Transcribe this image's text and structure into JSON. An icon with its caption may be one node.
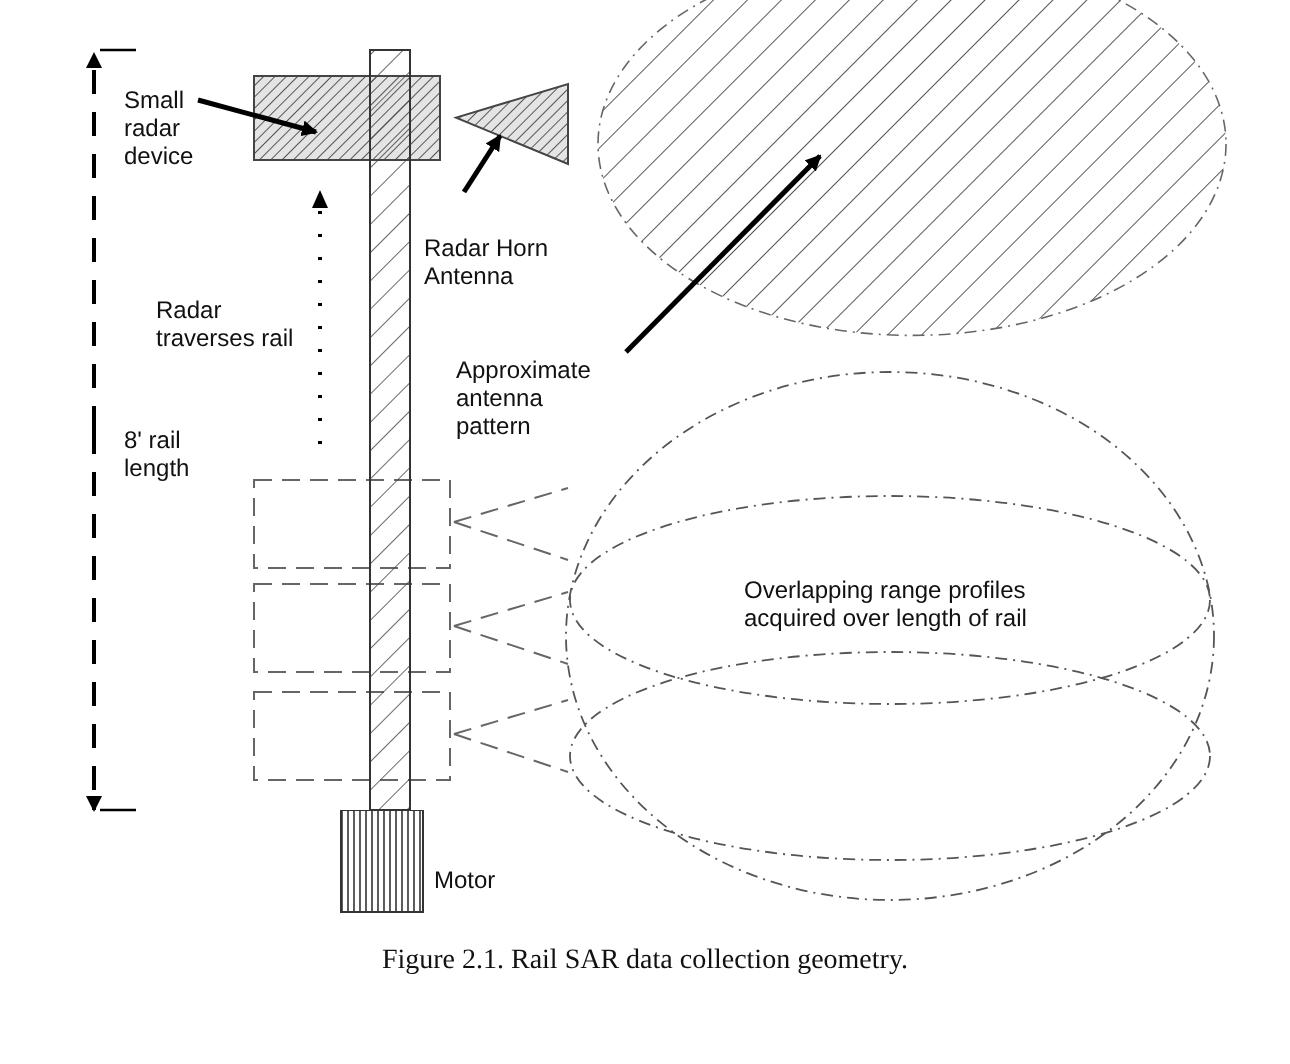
{
  "diagram": {
    "caption": "Figure 2.1. Rail SAR data collection geometry.",
    "nodes": [
      {
        "text": [
          "Small radar device"
        ]
      },
      {
        "text": [],
        "shape": "box"
      },
      {
        "text": [
          "Radar Horn Antenna"
        ]
      },
      {
        "text": [],
        "shape": "triangle"
      },
      {
        "text": [
          "Approximate antenna pattern"
        ]
      },
      {
        "text": [],
        "shape": "ellipse"
      },
      {
        "text": [
          "Motor"
        ]
      },
      {
        "text": [],
        "shape": "bar"
      }
    ],
    "edges": [
      {
        "from": 0,
        "to": 1,
        "arrow": "to"
      },
      {
        "from": 2,
        "to": 3,
        "arrow": "to"
      },
      {
        "from": 4,
        "to": 5,
        "arrow": "to"
      }
    ],
    "labels": [
      "Radar traverses rail",
      "8' rail length",
      "Overlapping range profiles acquired over length of rail"
    ]
  }
}
